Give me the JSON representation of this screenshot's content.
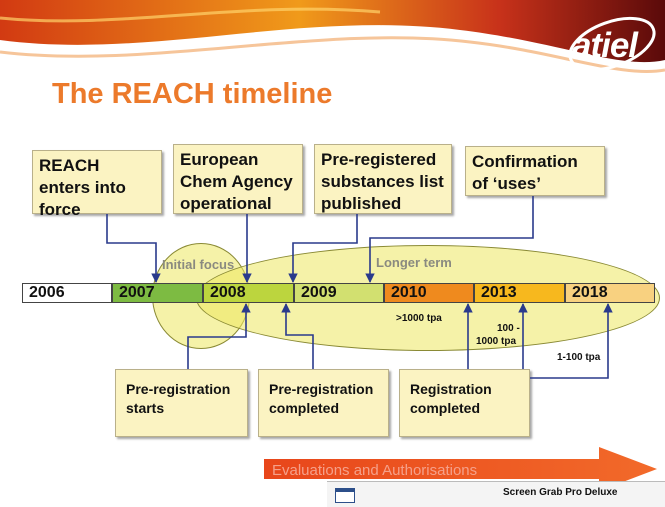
{
  "header": {
    "title": "The REACH timeline",
    "logo_text": "atiel"
  },
  "top_boxes": [
    "REACH enters into force",
    "European Chem Agency operational",
    "Pre-registered substances list published",
    "Confirmation of ‘uses’"
  ],
  "focus_labels": {
    "initial": "Initial focus",
    "longer": "Longer term"
  },
  "timeline": [
    {
      "year": "2006",
      "color": "#ffffff"
    },
    {
      "year": "2007",
      "color": "#7dbb42"
    },
    {
      "year": "2008",
      "color": "#bcd53e"
    },
    {
      "year": "2009",
      "color": "#d2e070"
    },
    {
      "year": "2010",
      "color": "#ef8a1e"
    },
    {
      "year": "2013",
      "color": "#f7b81e"
    },
    {
      "year": "2018",
      "color": "#f8d180"
    }
  ],
  "tonnage": {
    "t1": ">1000 tpa",
    "t2a": "100 -",
    "t2b": "1000 tpa",
    "t3": "1-100 tpa"
  },
  "bottom_boxes": [
    "Pre-registration starts",
    "Pre-registration completed",
    "Registration completed"
  ],
  "arrow_text": "Evaluations and Authorisations",
  "overlay": {
    "app_name": "Screen Grab Pro Deluxe"
  },
  "colors": {
    "title": "#ec7a2b",
    "box_fill": "#fbf3c2",
    "connector": "#2a3a8c",
    "arrow": "#ee5a1e"
  }
}
